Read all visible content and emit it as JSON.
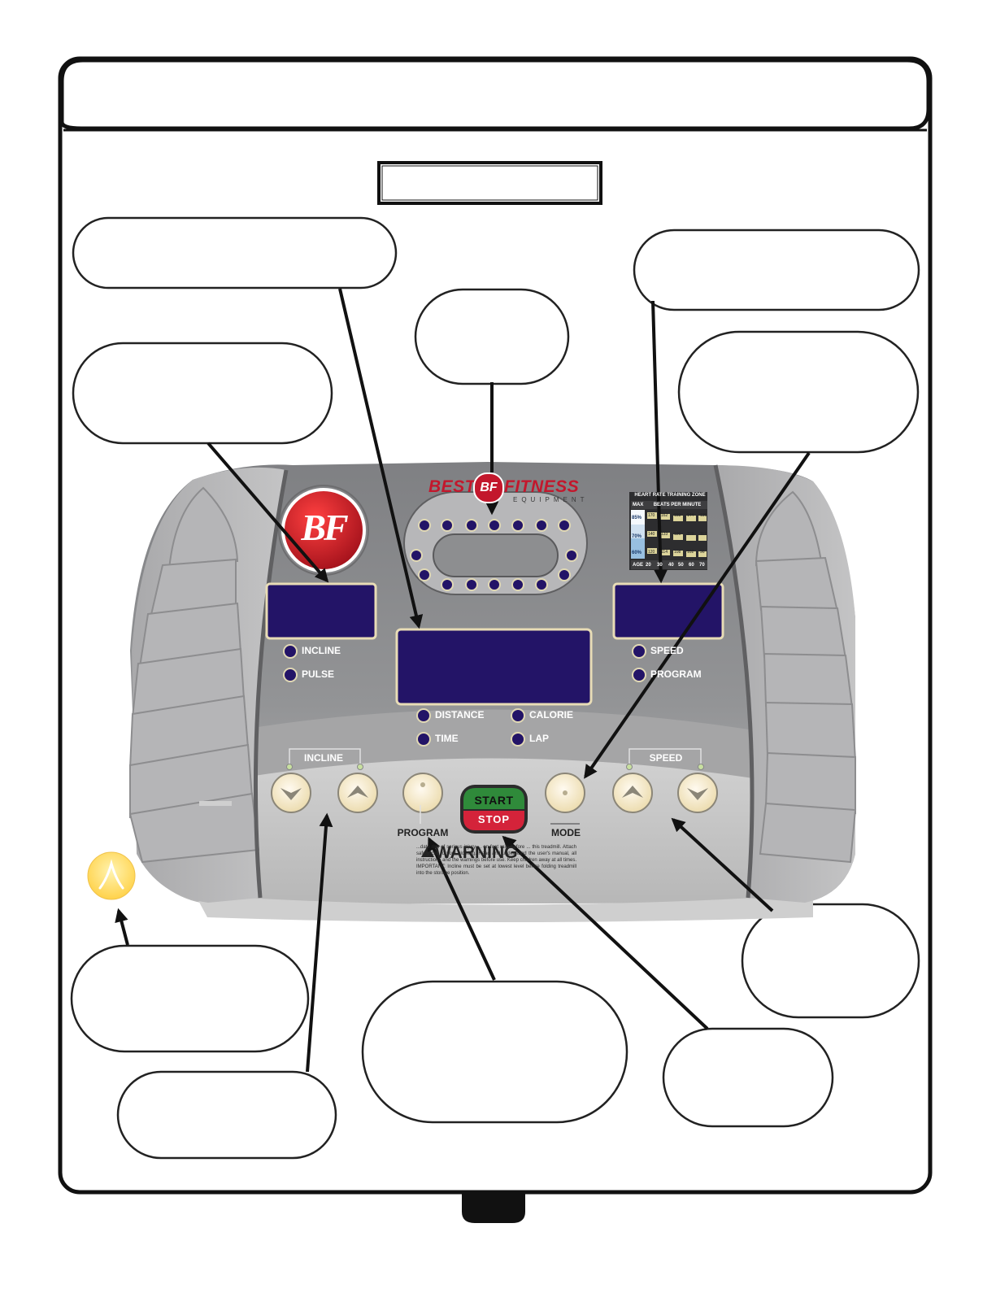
{
  "brand": {
    "logo_text": "BF",
    "name_left": "BEST",
    "name_right": "FITNESS",
    "tagline": "EQUIPMENT",
    "emblem_text": "BF"
  },
  "indicators": {
    "left": [
      "INCLINE",
      "PULSE"
    ],
    "center": [
      "DISTANCE",
      "CALORIE",
      "TIME",
      "LAP"
    ],
    "right": [
      "SPEED",
      "PROGRAM"
    ]
  },
  "buttons": {
    "incline_group_label": "INCLINE",
    "speed_group_label": "SPEED",
    "program_label": "PROGRAM",
    "mode_label": "MODE",
    "start_label": "START",
    "stop_label": "STOP"
  },
  "warning": {
    "title": "WARNING",
    "body": "...date risk of serious injury ... on foot rails before ... this treadmill. Attach safety clip to your clothing. Read and understand the user's manual, all instructions and the warnings before use. Keep children away at all times. IMPORTANT: Incline must be set at lowest level before folding treadmill into the storage position."
  },
  "hr_chart": {
    "title": "HEART RATE TRAINING ZONE",
    "max_label": "MAX",
    "bpm_label": "BEATS PER MINUTE",
    "zones": [
      "85%",
      "70%",
      "60%"
    ],
    "age_label": "AGE",
    "ages": [
      "20",
      "30",
      "40",
      "50",
      "60",
      "70"
    ],
    "rows": [
      [
        "170",
        "162",
        "153",
        "144",
        "136",
        "128"
      ],
      [
        "140",
        "133",
        "126",
        "119",
        "112",
        "105"
      ],
      [
        "120",
        "114",
        "108",
        "102",
        "96",
        "90"
      ]
    ]
  },
  "colors": {
    "display_blue": "#231467",
    "console_gray": "#8a8b8d",
    "start_green": "#2f8a3a",
    "stop_red": "#d4233a",
    "button_cream": "#f4e7c3",
    "safety_key_yellow": "#ffd95e"
  }
}
